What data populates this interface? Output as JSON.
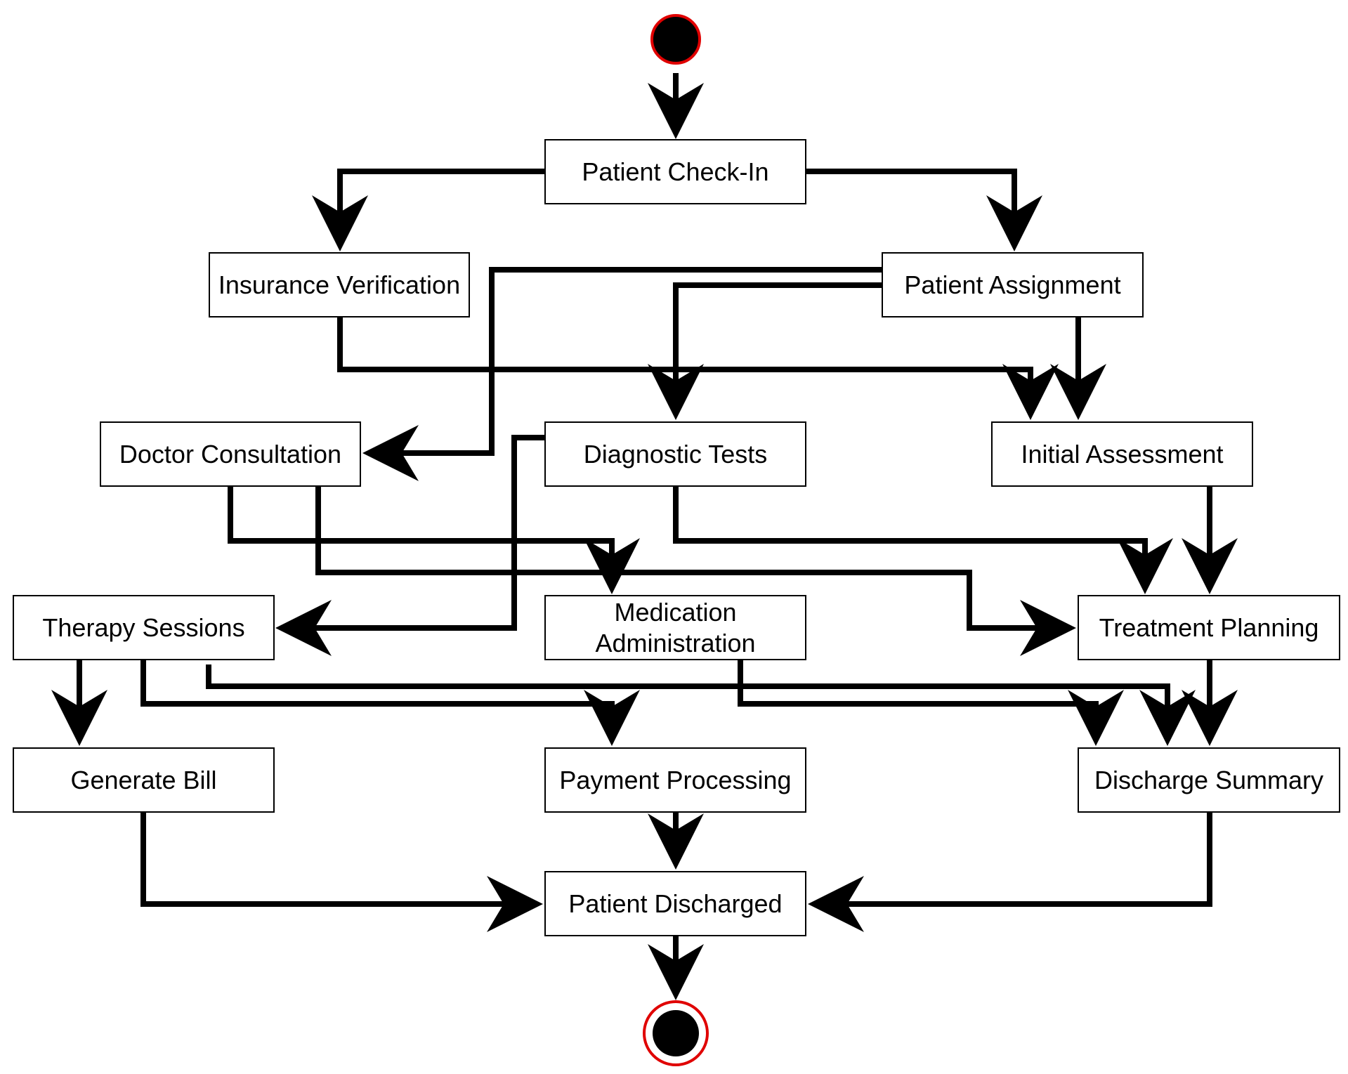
{
  "diagram": {
    "colors": {
      "line": "#000000",
      "node_border": "#000000",
      "node_fill": "#ffffff",
      "start_fill": "#000000",
      "start_ring": "#e00000",
      "end_ring": "#e00000"
    },
    "nodes": {
      "checkin": "Patient Check-In",
      "insurance": "Insurance Verification",
      "assignment": "Patient Assignment",
      "doctor": "Doctor Consultation",
      "diagnostic": "Diagnostic Tests",
      "initial": "Initial Assessment",
      "therapy": "Therapy Sessions",
      "medication": "Medication\nAdministration",
      "treatment": "Treatment Planning",
      "bill": "Generate Bill",
      "payment": "Payment Processing",
      "discharge_summary": "Discharge Summary",
      "discharged": "Patient Discharged"
    }
  }
}
